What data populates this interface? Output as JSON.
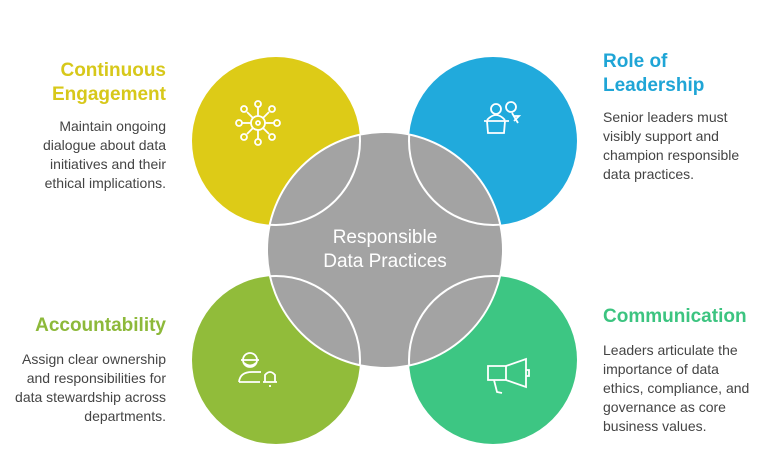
{
  "center": {
    "line1": "Responsible",
    "line2": "Data Practices",
    "color": "#A3A3A3"
  },
  "items": [
    {
      "title_line1": "Continuous",
      "title_line2": "Engagement",
      "description": "Maintain ongoing dialogue about data initiatives and their ethical implications.",
      "color": "#DDCB17",
      "title_color": "#D7C81A",
      "icon": "network-gear-icon"
    },
    {
      "title_line1": "Role of",
      "title_line2": "Leadership",
      "description": "Senior leaders must visibly support and champion responsible data practices.",
      "color": "#21AADC",
      "title_color": "#1FA5D6",
      "icon": "speaker-podium-icon"
    },
    {
      "title_line1": "Accountability",
      "description": "Assign clear ownership and responsibilities for data stewardship across departments.",
      "color": "#91BC3A",
      "title_color": "#8DB93A",
      "icon": "person-bell-icon"
    },
    {
      "title_line1": "Communication",
      "description": "Leaders articulate the importance of data ethics, compliance, and governance as core business values.",
      "color": "#3DC683",
      "title_color": "#3CC480",
      "icon": "megaphone-icon"
    }
  ]
}
